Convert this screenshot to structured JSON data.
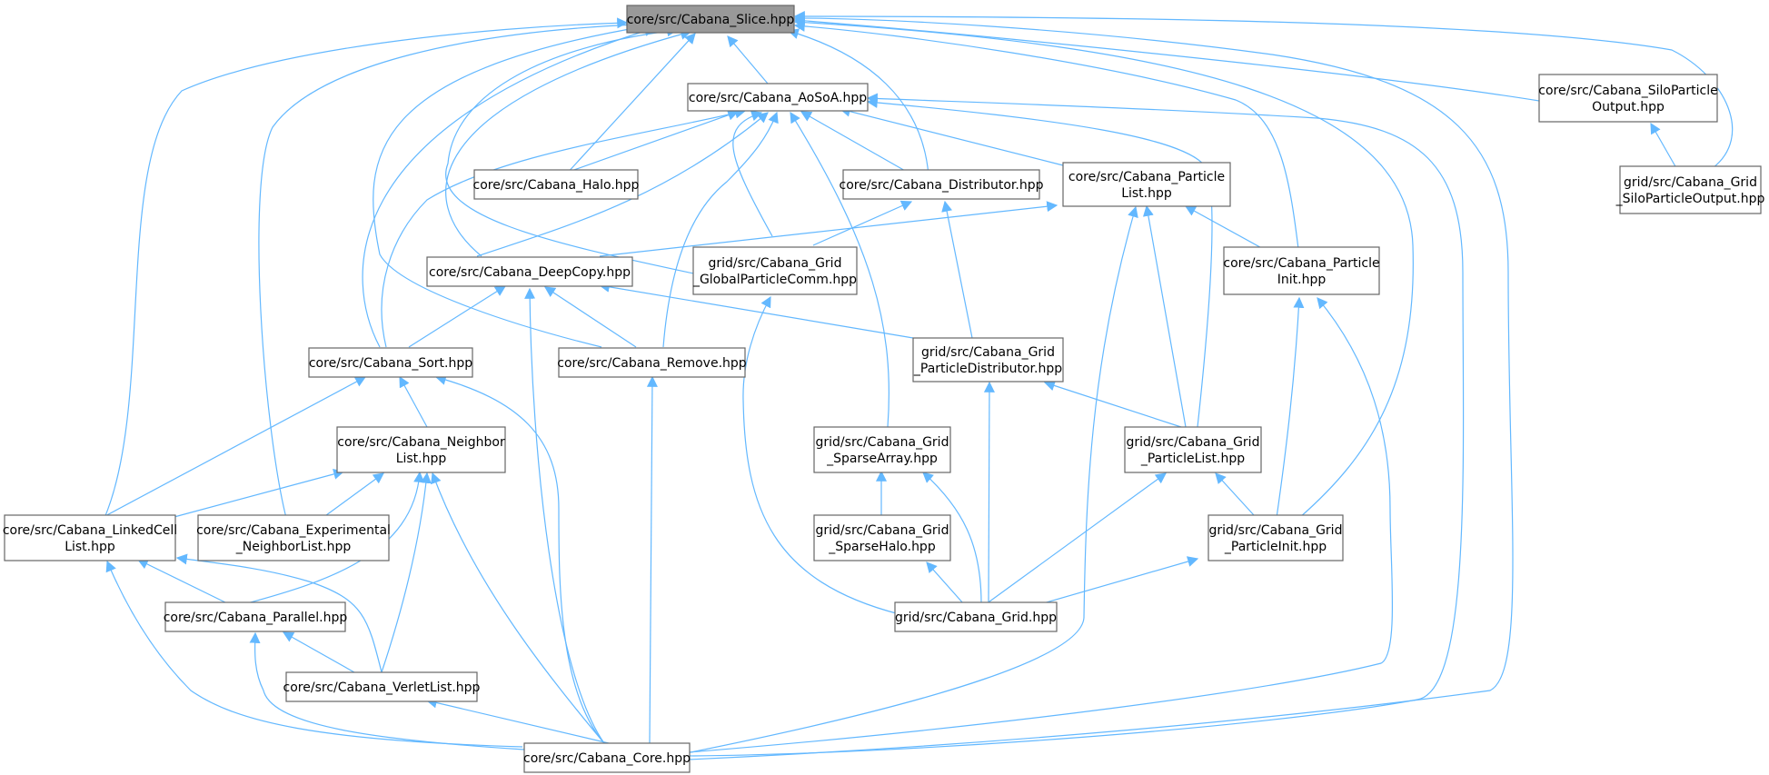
{
  "colors": {
    "edge": "#63b8ff",
    "node_border": "#666666",
    "node_fill": "#ffffff",
    "highlight_fill": "#999999",
    "text": "#000000"
  },
  "nodes": [
    {
      "id": "slice",
      "lines": [
        "core/src/Cabana_Slice.hpp"
      ],
      "highlight": true
    },
    {
      "id": "aosoa",
      "lines": [
        "core/src/Cabana_AoSoA.hpp"
      ]
    },
    {
      "id": "silo",
      "lines": [
        "core/src/Cabana_SiloParticle",
        "Output.hpp"
      ]
    },
    {
      "id": "gridsilo",
      "lines": [
        "grid/src/Cabana_Grid",
        "_SiloParticleOutput.hpp"
      ]
    },
    {
      "id": "halo",
      "lines": [
        "core/src/Cabana_Halo.hpp"
      ]
    },
    {
      "id": "distributor",
      "lines": [
        "core/src/Cabana_Distributor.hpp"
      ]
    },
    {
      "id": "plist",
      "lines": [
        "core/src/Cabana_Particle",
        "List.hpp"
      ]
    },
    {
      "id": "deepcopy",
      "lines": [
        "core/src/Cabana_DeepCopy.hpp"
      ]
    },
    {
      "id": "gpcomm",
      "lines": [
        "grid/src/Cabana_Grid",
        "_GlobalParticleComm.hpp"
      ]
    },
    {
      "id": "pinit",
      "lines": [
        "core/src/Cabana_Particle",
        "Init.hpp"
      ]
    },
    {
      "id": "sort",
      "lines": [
        "core/src/Cabana_Sort.hpp"
      ]
    },
    {
      "id": "remove",
      "lines": [
        "core/src/Cabana_Remove.hpp"
      ]
    },
    {
      "id": "gpdist",
      "lines": [
        "grid/src/Cabana_Grid",
        "_ParticleDistributor.hpp"
      ]
    },
    {
      "id": "nlist",
      "lines": [
        "core/src/Cabana_Neighbor",
        "List.hpp"
      ]
    },
    {
      "id": "sparsearray",
      "lines": [
        "grid/src/Cabana_Grid",
        "_SparseArray.hpp"
      ]
    },
    {
      "id": "gplist",
      "lines": [
        "grid/src/Cabana_Grid",
        "_ParticleList.hpp"
      ]
    },
    {
      "id": "linkedcell",
      "lines": [
        "core/src/Cabana_LinkedCell",
        "List.hpp"
      ]
    },
    {
      "id": "expnlist",
      "lines": [
        "core/src/Cabana_Experimental",
        "_NeighborList.hpp"
      ]
    },
    {
      "id": "sparsehalo",
      "lines": [
        "grid/src/Cabana_Grid",
        "_SparseHalo.hpp"
      ]
    },
    {
      "id": "gpinit",
      "lines": [
        "grid/src/Cabana_Grid",
        "_ParticleInit.hpp"
      ]
    },
    {
      "id": "parallel",
      "lines": [
        "core/src/Cabana_Parallel.hpp"
      ]
    },
    {
      "id": "grid",
      "lines": [
        "grid/src/Cabana_Grid.hpp"
      ]
    },
    {
      "id": "verlet",
      "lines": [
        "core/src/Cabana_VerletList.hpp"
      ]
    },
    {
      "id": "core",
      "lines": [
        "core/src/Cabana_Core.hpp"
      ]
    }
  ]
}
